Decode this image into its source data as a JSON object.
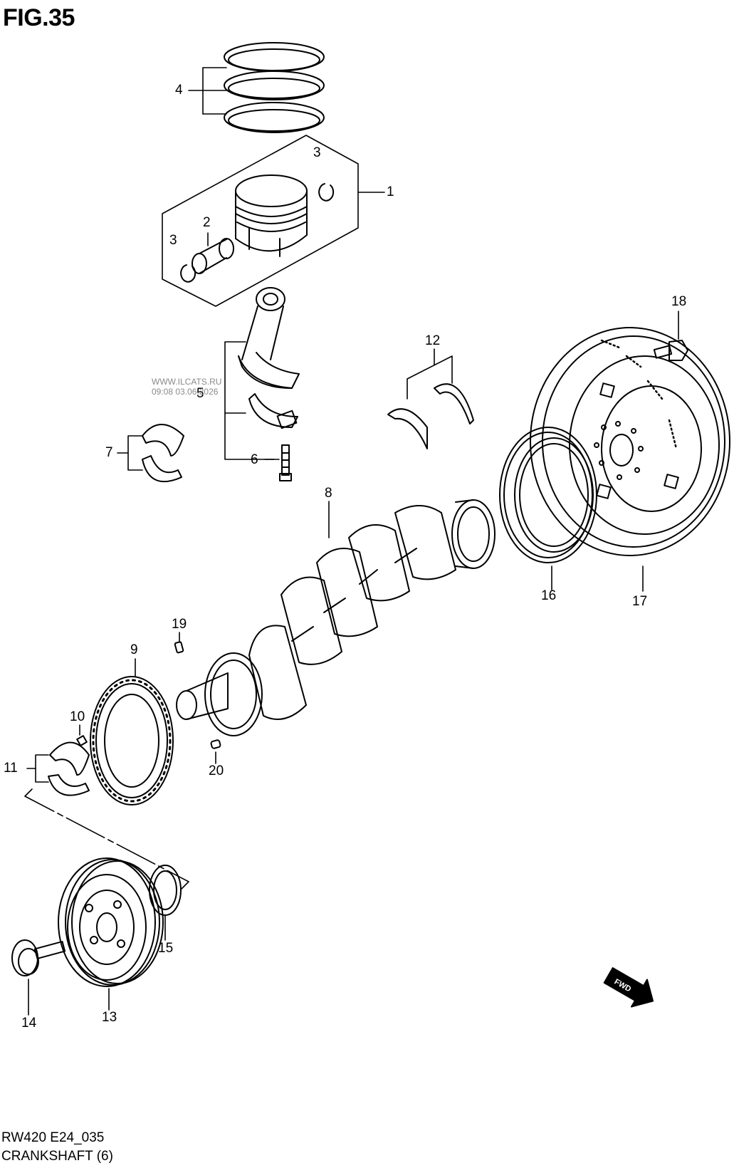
{
  "figure": {
    "title": "FIG.35"
  },
  "callouts": [
    "4",
    "3",
    "1",
    "2",
    "3",
    "18",
    "12",
    "5",
    "7",
    "6",
    "8",
    "16",
    "17",
    "19",
    "9",
    "10",
    "11",
    "20",
    "15",
    "14",
    "13"
  ],
  "watermark": {
    "site": "WWW.ILCATS.RU",
    "datetime": "09:08 03.06.2026"
  },
  "footer": {
    "code": "RW420 E24_035",
    "caption": "CRANKSHAFT (6)"
  },
  "fwd_badge": {
    "label": "FWD"
  }
}
